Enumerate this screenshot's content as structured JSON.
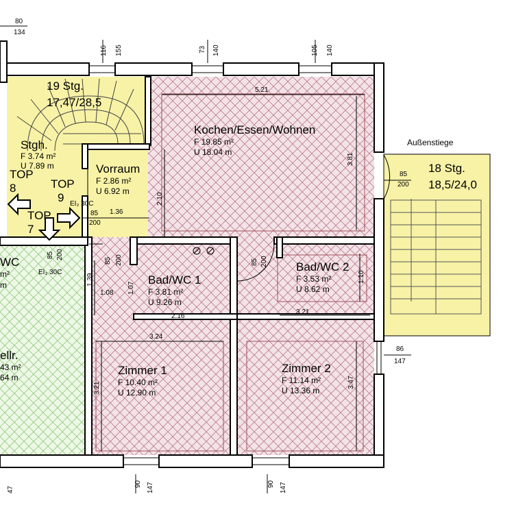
{
  "colors": {
    "room_hatch": "#c9a0ab",
    "room_line": "#a0505e",
    "stair_fill": "#f7f2a6",
    "green_fill": "#d5eec6",
    "wall": "#000000"
  },
  "rooms": {
    "kochen": {
      "name": "Kochen/Essen/Wohnen",
      "area": "F 19.85 m²",
      "perimeter": "U 18.04 m"
    },
    "vorraum": {
      "name": "Vorraum",
      "area": "F 2.86 m²",
      "perimeter": "U 6.92 m"
    },
    "bad1": {
      "name": "Bad/WC 1",
      "area": "F 3.81 m²",
      "perimeter": "U 9.26 m"
    },
    "bad2": {
      "name": "Bad/WC 2",
      "area": "F 3.53 m²",
      "perimeter": "U 8.62 m"
    },
    "zimmer1": {
      "name": "Zimmer 1",
      "area": "F 10.40 m²",
      "perimeter": "U 12.90 m"
    },
    "zimmer2": {
      "name": "Zimmer 2",
      "area": "F 11.14 m²",
      "perimeter": "U 13.36 m"
    },
    "stgh": {
      "name": "Stgh.",
      "area": "F 3.74 m²",
      "perimeter": "U 7.89 m"
    },
    "wc_left": {
      "name": "WC",
      "area": "m²",
      "perimeter": "m"
    },
    "kellr": {
      "name": "ellr.",
      "area": "43 m²",
      "perimeter": "64 m"
    }
  },
  "stairs": {
    "inner": {
      "count": "19 Stg.",
      "ratio": "17,47/28,5"
    },
    "outer": {
      "title": "Außenstiege",
      "count": "18 Stg.",
      "ratio": "18,5/24,0"
    }
  },
  "tops": {
    "top8": "TOP",
    "top8_num": "8",
    "top9": "TOP",
    "top9_num": "9",
    "top7": "TOP",
    "top7_num": "7"
  },
  "markers": {
    "ei_upper": "EI₂ 30C",
    "ei_lower": "EI₂ 30C"
  },
  "dims": {
    "d5_21": "5.21",
    "d3_81": "3.81",
    "d2_10": "2.10",
    "d1_36": "1.36",
    "d1_39": "1.39",
    "d1_08": "1.08",
    "d1_07": "1.07",
    "d2_16": "2.16",
    "d3_24": "3.24",
    "d3_21_left": "3.21",
    "d3_21_bath": "3.21",
    "d1_10": "1.10",
    "d3_47": "3.47",
    "top_80": "80",
    "top_134": "134",
    "w116": "116",
    "w155": "155",
    "w73": "73",
    "w140a": "140",
    "w105": "105",
    "w140b": "140",
    "b90a": "90",
    "b147a": "147",
    "b90b": "90",
    "b147b": "147",
    "b47": "47",
    "door85_200_a": "85",
    "door200_a": "200",
    "door85_200_b": "85",
    "door200_b": "200",
    "door85_200_c": "85",
    "door200_c": "200",
    "door85_200_d": "85",
    "door200_d": "200",
    "door85_200_e": "85",
    "door200_e": "200",
    "win86": "86",
    "win147": "147"
  }
}
